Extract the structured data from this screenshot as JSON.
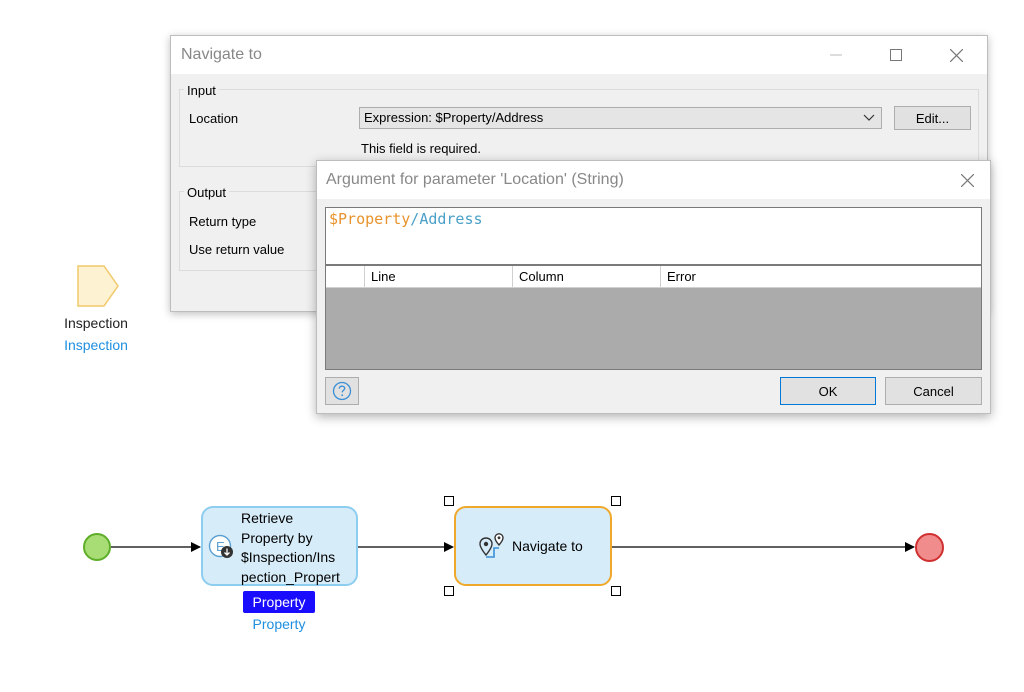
{
  "colors": {
    "param_fill": "#fdf3d3",
    "param_stroke": "#f0c96a",
    "link_blue": "#1f8fe0",
    "activity_fill": "#d7ecf9",
    "activity_border": "#8ccdf0",
    "selected_border": "#f0a82a",
    "start_fill": "#a8dc74",
    "end_fill": "#f08c8c",
    "badge_bg": "#1a0dff",
    "expr_variable": "#e8932c",
    "expr_attribute": "#4aa0c8"
  },
  "canvas": {
    "parameter": {
      "name": "Inspection",
      "type": "Inspection",
      "icon": "parameter-icon"
    }
  },
  "navigate_dialog": {
    "title": "Navigate to",
    "input_section": "Input",
    "location_label": "Location",
    "location_value": "Expression: $Property/Address",
    "edit_button": "Edit...",
    "validation_message": "This field is required.",
    "output_section": "Output",
    "return_type_label": "Return type",
    "use_return_value_label": "Use return value"
  },
  "argument_dialog": {
    "title": "Argument for parameter 'Location' (String)",
    "expression": {
      "variable": "$Property",
      "separator": "/",
      "attribute": "Address"
    },
    "columns": [
      "Line",
      "Column",
      "Error"
    ],
    "ok_button": "OK",
    "cancel_button": "Cancel",
    "help_icon": "help-icon"
  },
  "microflow": {
    "retrieve_activity": {
      "lines": [
        "Retrieve",
        "Property by",
        "$Inspection/Ins",
        "pection_Propert"
      ],
      "output_variable": "Property",
      "output_type": "Property"
    },
    "navigate_activity": {
      "label": "Navigate to",
      "icon": "map-pin-route-icon"
    }
  }
}
